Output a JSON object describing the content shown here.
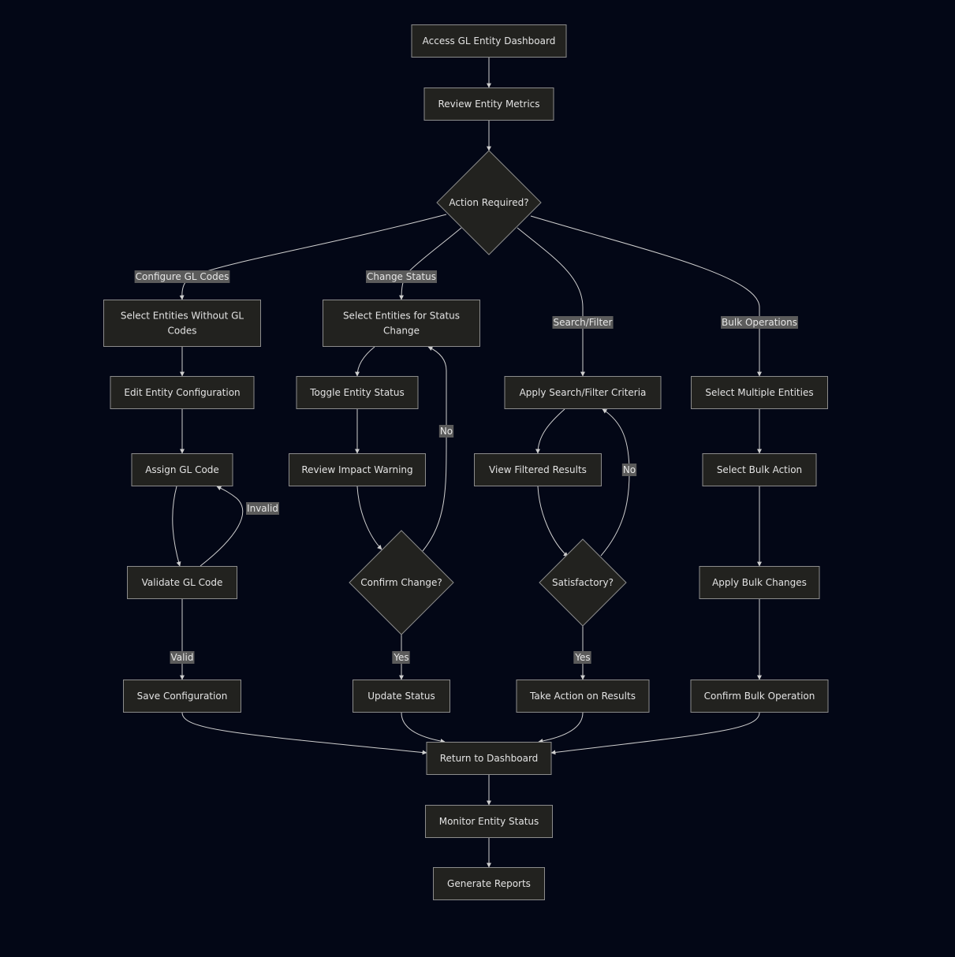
{
  "colors": {
    "background": "#030716",
    "node_fill": "#22221f",
    "node_stroke": "#8c8c8c",
    "edge": "#cfcfcf",
    "label_bg": "#5b5b5b",
    "text": "#e3e3e3"
  },
  "nodes": {
    "access": {
      "text": "Access GL Entity Dashboard",
      "shape": "rect"
    },
    "review_metrics": {
      "text": "Review Entity Metrics",
      "shape": "rect"
    },
    "action_required": {
      "text": "Action Required?",
      "shape": "diamond"
    },
    "select_no_gl": {
      "text": "Select Entities Without GL Codes",
      "shape": "rect"
    },
    "edit_config": {
      "text": "Edit Entity Configuration",
      "shape": "rect"
    },
    "assign_gl": {
      "text": "Assign GL Code",
      "shape": "rect"
    },
    "validate_gl": {
      "text": "Validate GL Code",
      "shape": "rect"
    },
    "save_config": {
      "text": "Save Configuration",
      "shape": "rect"
    },
    "select_status": {
      "text": "Select Entities for Status Change",
      "shape": "rect"
    },
    "toggle_status": {
      "text": "Toggle Entity Status",
      "shape": "rect"
    },
    "review_impact": {
      "text": "Review Impact Warning",
      "shape": "rect"
    },
    "confirm_change": {
      "text": "Confirm Change?",
      "shape": "diamond"
    },
    "update_status": {
      "text": "Update Status",
      "shape": "rect"
    },
    "apply_search": {
      "text": "Apply Search/Filter Criteria",
      "shape": "rect"
    },
    "view_filtered": {
      "text": "View Filtered Results",
      "shape": "rect"
    },
    "satisfactory": {
      "text": "Satisfactory?",
      "shape": "diamond"
    },
    "take_action": {
      "text": "Take Action on Results",
      "shape": "rect"
    },
    "select_multiple": {
      "text": "Select Multiple Entities",
      "shape": "rect"
    },
    "select_bulk_action": {
      "text": "Select Bulk Action",
      "shape": "rect"
    },
    "apply_bulk": {
      "text": "Apply Bulk Changes",
      "shape": "rect"
    },
    "confirm_bulk": {
      "text": "Confirm Bulk Operation",
      "shape": "rect"
    },
    "return_dashboard": {
      "text": "Return to Dashboard",
      "shape": "rect"
    },
    "monitor_status": {
      "text": "Monitor Entity Status",
      "shape": "rect"
    },
    "generate_reports": {
      "text": "Generate Reports",
      "shape": "rect"
    }
  },
  "edges": [
    {
      "from": "access",
      "to": "review_metrics",
      "label": ""
    },
    {
      "from": "review_metrics",
      "to": "action_required",
      "label": ""
    },
    {
      "from": "action_required",
      "to": "select_no_gl",
      "label": "Configure GL Codes"
    },
    {
      "from": "action_required",
      "to": "select_status",
      "label": "Change Status"
    },
    {
      "from": "action_required",
      "to": "apply_search",
      "label": "Search/Filter"
    },
    {
      "from": "action_required",
      "to": "select_multiple",
      "label": "Bulk Operations"
    },
    {
      "from": "select_no_gl",
      "to": "edit_config",
      "label": ""
    },
    {
      "from": "edit_config",
      "to": "assign_gl",
      "label": ""
    },
    {
      "from": "assign_gl",
      "to": "validate_gl",
      "label": ""
    },
    {
      "from": "validate_gl",
      "to": "assign_gl",
      "label": "Invalid"
    },
    {
      "from": "validate_gl",
      "to": "save_config",
      "label": "Valid"
    },
    {
      "from": "select_status",
      "to": "toggle_status",
      "label": ""
    },
    {
      "from": "toggle_status",
      "to": "review_impact",
      "label": ""
    },
    {
      "from": "review_impact",
      "to": "confirm_change",
      "label": ""
    },
    {
      "from": "confirm_change",
      "to": "select_status",
      "label": "No"
    },
    {
      "from": "confirm_change",
      "to": "update_status",
      "label": "Yes"
    },
    {
      "from": "apply_search",
      "to": "view_filtered",
      "label": ""
    },
    {
      "from": "view_filtered",
      "to": "satisfactory",
      "label": ""
    },
    {
      "from": "satisfactory",
      "to": "apply_search",
      "label": "No"
    },
    {
      "from": "satisfactory",
      "to": "take_action",
      "label": "Yes"
    },
    {
      "from": "select_multiple",
      "to": "select_bulk_action",
      "label": ""
    },
    {
      "from": "select_bulk_action",
      "to": "apply_bulk",
      "label": ""
    },
    {
      "from": "apply_bulk",
      "to": "confirm_bulk",
      "label": ""
    },
    {
      "from": "save_config",
      "to": "return_dashboard",
      "label": ""
    },
    {
      "from": "update_status",
      "to": "return_dashboard",
      "label": ""
    },
    {
      "from": "take_action",
      "to": "return_dashboard",
      "label": ""
    },
    {
      "from": "confirm_bulk",
      "to": "return_dashboard",
      "label": ""
    },
    {
      "from": "return_dashboard",
      "to": "monitor_status",
      "label": ""
    },
    {
      "from": "monitor_status",
      "to": "generate_reports",
      "label": ""
    }
  ]
}
